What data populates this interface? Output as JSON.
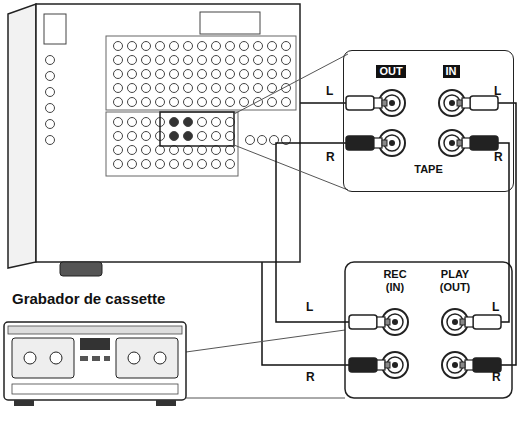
{
  "diagram": {
    "nodes": [
      {
        "text": [
          "TAPE"
        ]
      },
      {
        "text": [
          "OUT"
        ],
        "in": 0
      },
      {
        "text": [
          "IN"
        ],
        "in": 0
      },
      {
        "text": [
          "REC (IN)"
        ]
      },
      {
        "text": [
          "PLAY (OUT)"
        ]
      }
    ],
    "edges": [
      {
        "from": 1,
        "to": 3,
        "arrow": "none"
      },
      {
        "from": 4,
        "to": 2,
        "arrow": "none"
      }
    ],
    "labels": [
      "L",
      "R",
      "L",
      "R",
      "L",
      "R",
      "L",
      "R",
      "Grabador de cassette"
    ]
  }
}
